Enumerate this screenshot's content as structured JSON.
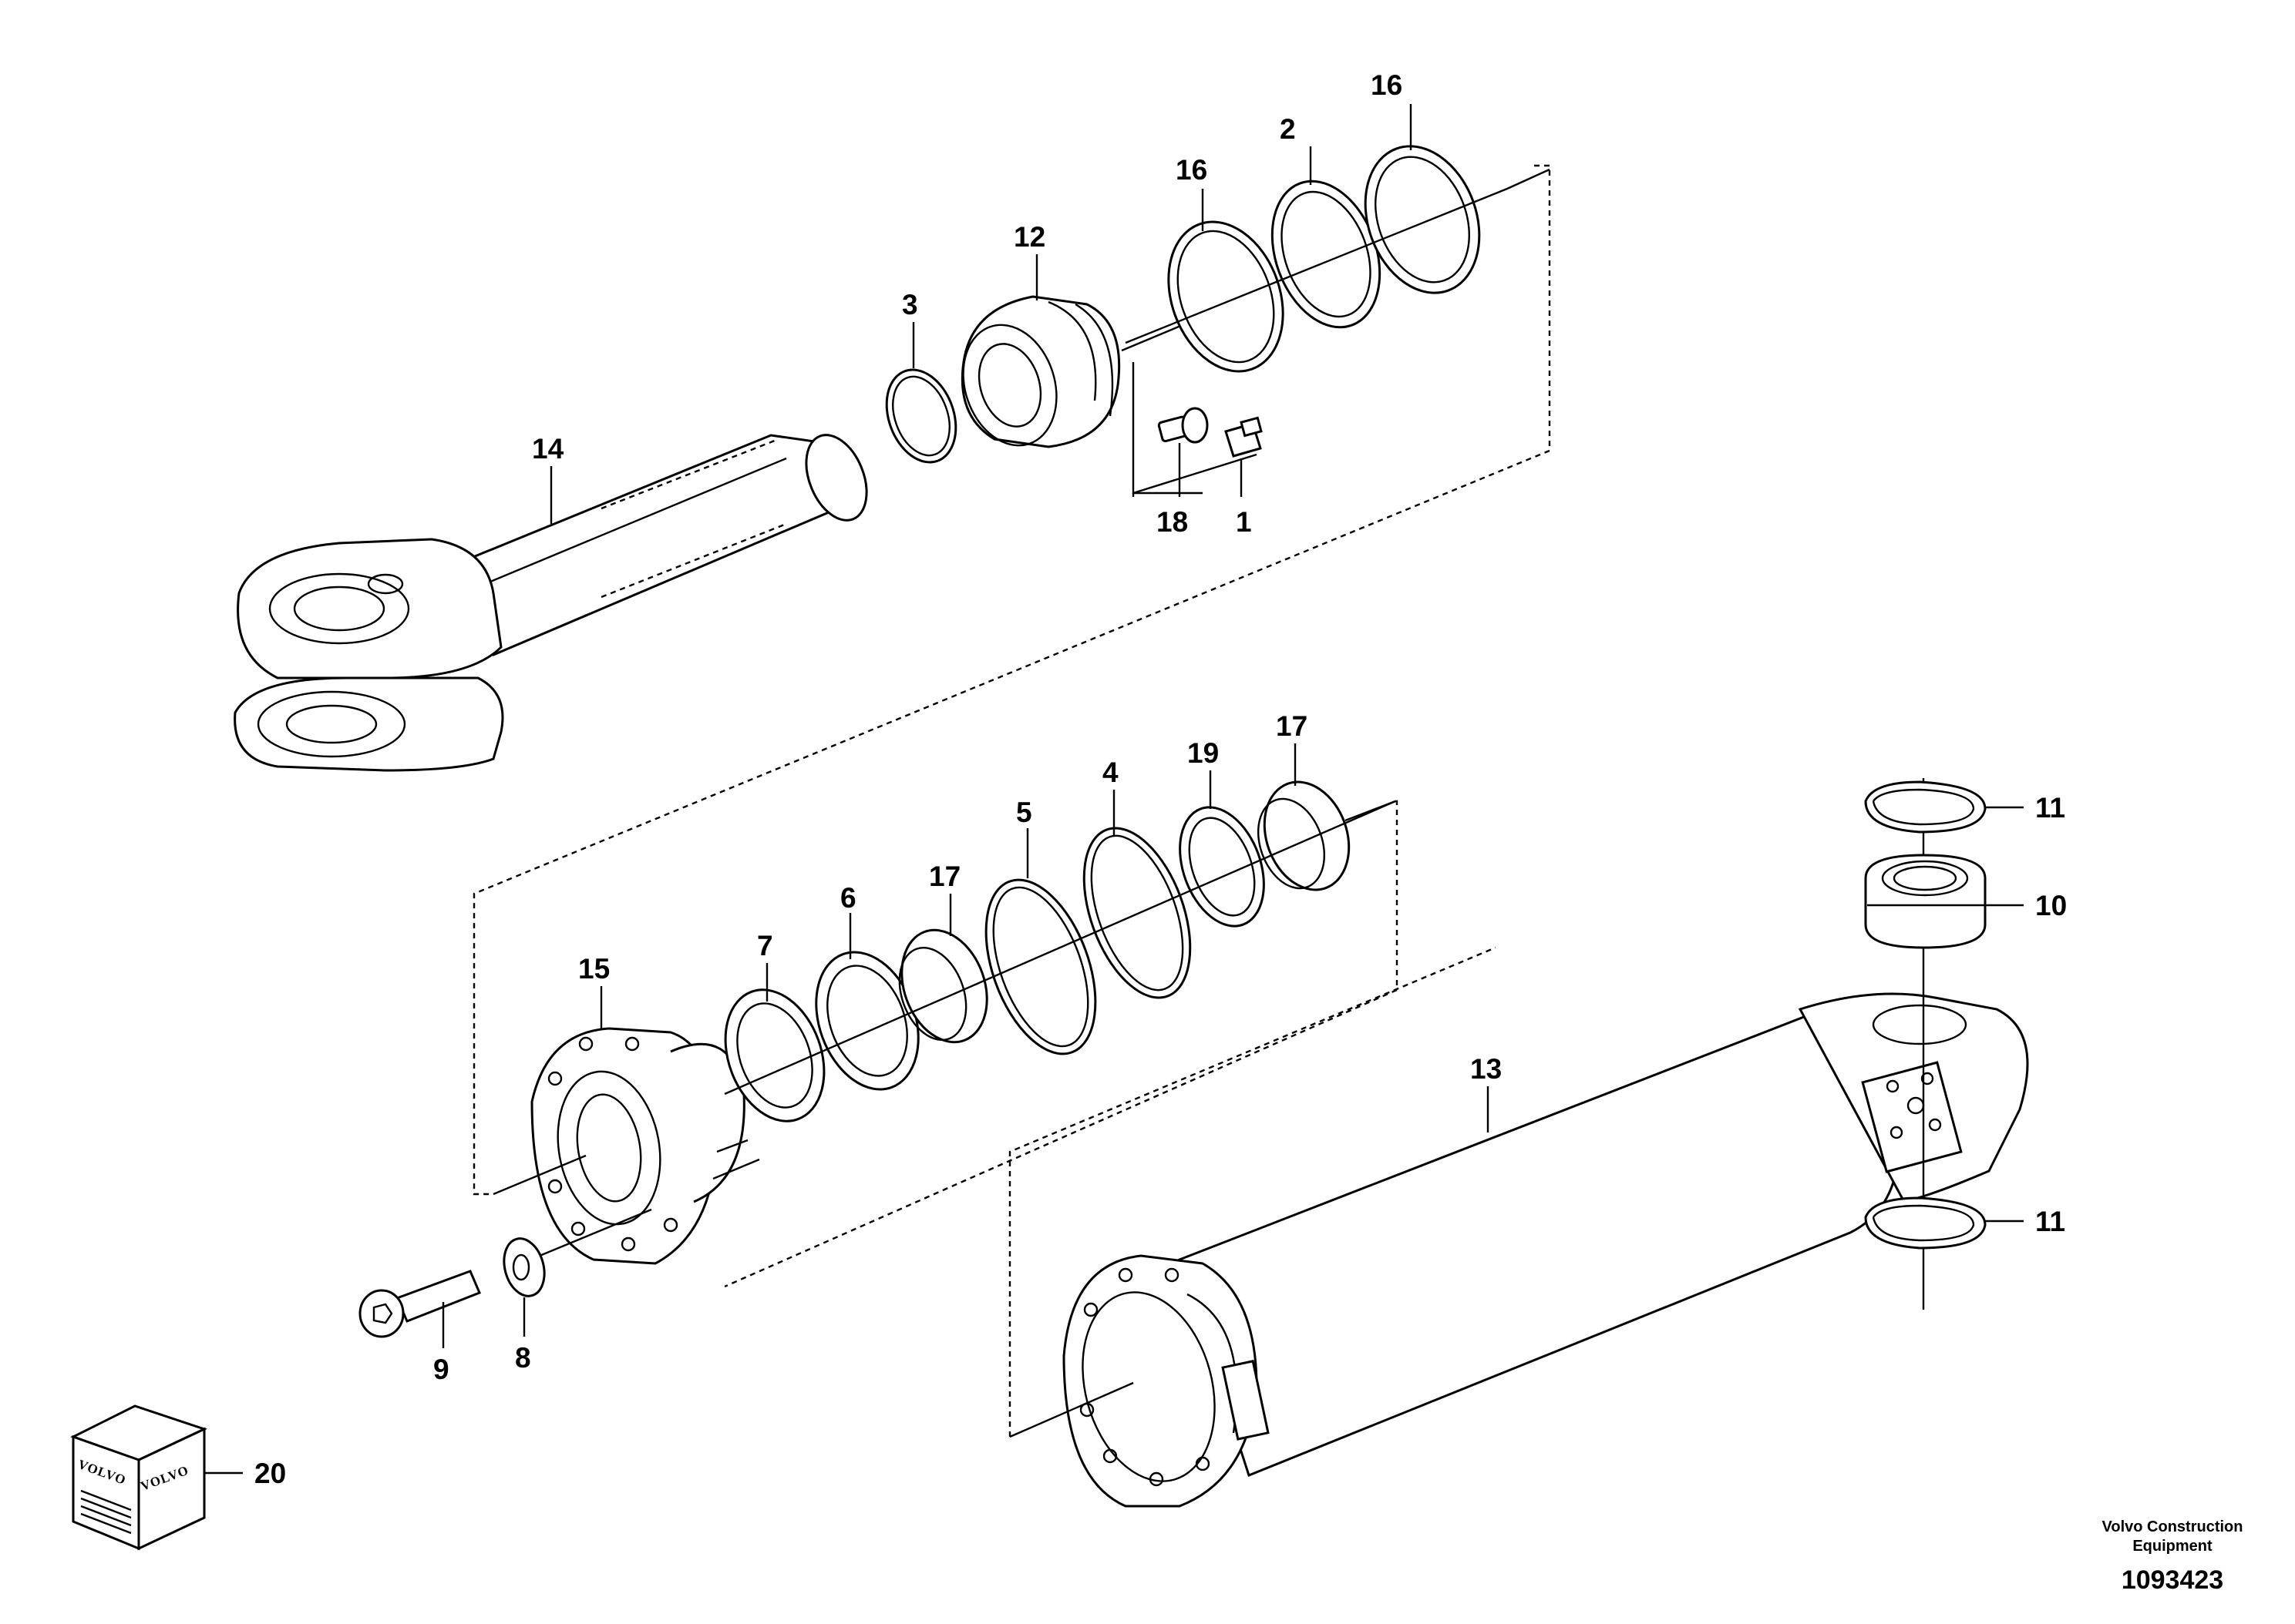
{
  "callouts": {
    "c1": "1",
    "c2": "2",
    "c3": "3",
    "c4": "4",
    "c5": "5",
    "c6": "6",
    "c7": "7",
    "c8": "8",
    "c9": "9",
    "c10": "10",
    "c11a": "11",
    "c11b": "11",
    "c12": "12",
    "c13": "13",
    "c14": "14",
    "c15": "15",
    "c16a": "16",
    "c16b": "16",
    "c17a": "17",
    "c17b": "17",
    "c18": "18",
    "c19": "19",
    "c20": "20"
  },
  "kit_box": {
    "brand_text_left": "VOLVO",
    "brand_text_right": "VOLVO"
  },
  "footer": {
    "company_line1": "Volvo Construction",
    "company_line2": "Equipment",
    "drawing_number": "1093423"
  }
}
